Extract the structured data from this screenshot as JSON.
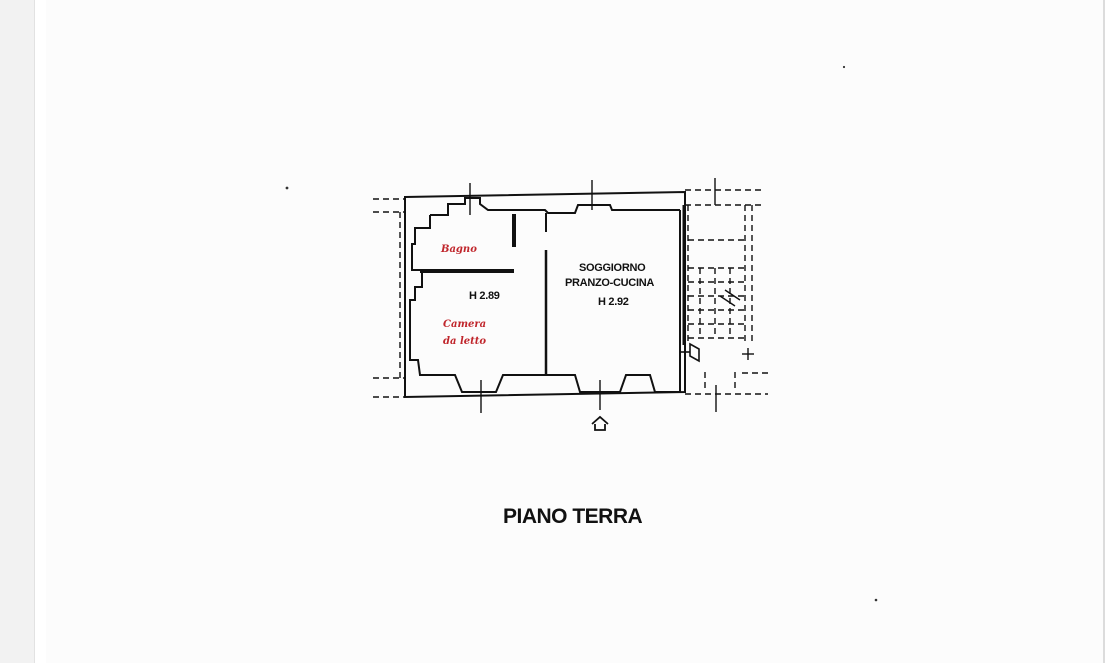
{
  "plan": {
    "caption": "PIANO TERRA",
    "rooms": [
      {
        "name": "SOGGIORNO",
        "line2": "PRANZO-CUCINA",
        "height": "H 2.92"
      },
      {
        "name": "",
        "line2": "",
        "height": "H 2.89"
      }
    ],
    "handwritten": {
      "bathroom": "Bagno",
      "bedroom_line1": "Camera",
      "bedroom_line2": "da letto"
    }
  },
  "colors": {
    "ink": "#111111",
    "handwriting": "#c0262c",
    "paper": "#fcfcfc"
  }
}
